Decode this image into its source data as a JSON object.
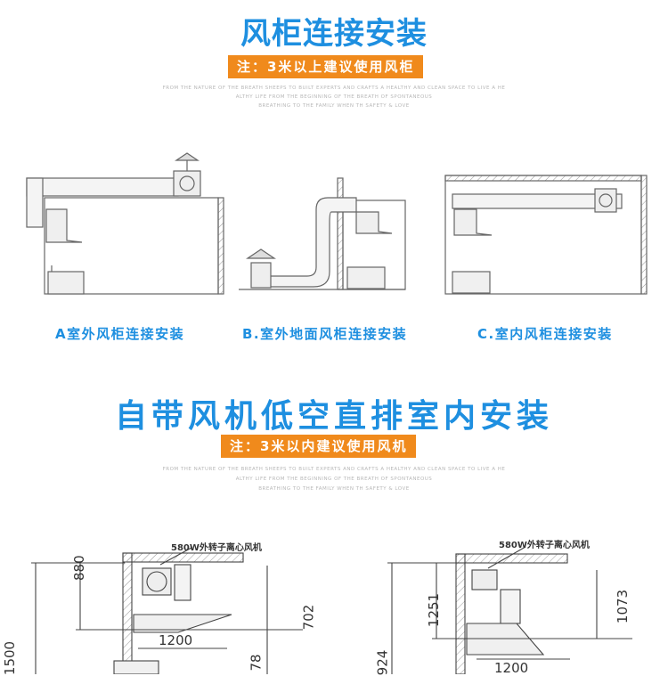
{
  "section1": {
    "title": "风柜连接安装",
    "note": "注：3米以上建议使用风柜",
    "fine_lines": [
      "FROM THE NATURE OF THE BREATH SHEEPS TO BUILT EXPERTS AND CRAFTS A HEALTHY AND CLEAN SPACE TO LIVE A HE",
      "ALTHY LIFE FROM THE BEGINNING OF THE BREATH OF SPONTANEOUS",
      "BREATHING TO THE FAMILY WHEN TH SAFETY & LOVE"
    ],
    "captions": [
      "A室外风柜连接安装",
      "B.室外地面风柜连接安装",
      "C.室内风柜连接安装"
    ]
  },
  "section2": {
    "title": "自带风机低空直排室内安装",
    "note": "注：3米以内建议使用风机",
    "fine_lines": [
      "FROM THE NATURE OF THE BREATH SHEEPS TO BUILT EXPERTS AND CRAFTS A HEALTHY AND CLEAN SPACE TO LIVE A HE",
      "ALTHY LIFE FROM THE BEGINNING OF THE BREATH OF SPONTANEOUS",
      "BREATHING TO THE FAMILY WHEN TH SAFETY & LOVE"
    ],
    "left_drawing": {
      "fan_label": "580W外转子离心风机",
      "dims": [
        "880",
        "702",
        "1200",
        "78",
        "1500"
      ]
    },
    "right_drawing": {
      "fan_label": "580W外转子离心风机",
      "dims": [
        "1251",
        "1073",
        "1200",
        "924"
      ]
    }
  }
}
